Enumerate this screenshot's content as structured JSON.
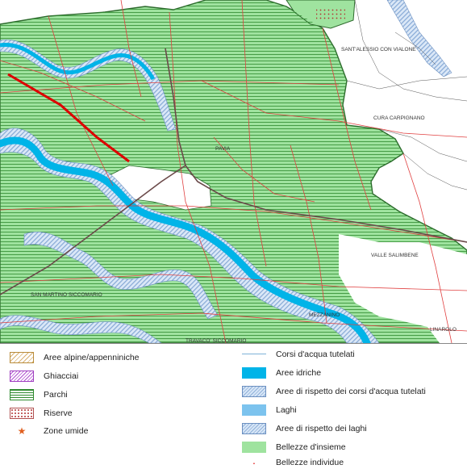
{
  "map": {
    "places": [
      {
        "id": "sant-alessio",
        "name": "SANT'ALESSIO CON VIALONE"
      },
      {
        "id": "cura-carpignano",
        "name": "CURA CARPIGNANO"
      },
      {
        "id": "pavia",
        "name": "PAVIA"
      },
      {
        "id": "valle-salimbene",
        "name": "VALLE SALIMBENE"
      },
      {
        "id": "san-martino",
        "name": "SAN MARTINO SICCOMARIO"
      },
      {
        "id": "mezzanino",
        "name": "MEZZANINO"
      },
      {
        "id": "linarolo",
        "name": "LINAROLO"
      },
      {
        "id": "travaco",
        "name": "TRAVACO' SICCOMARIO"
      }
    ],
    "colors": {
      "bellezze_insieme": "#9fe39f",
      "aree_idriche": "#00b4e8",
      "rispetto": "#d7e6f7",
      "parchi_hatch": "#2f8a2f",
      "roads": "#e04040",
      "boundary": "#2d6a2d"
    }
  },
  "legend": {
    "left": [
      {
        "id": "alpine",
        "label": "Aree alpine/appenniniche",
        "icon": "hatch-diagonal-tan"
      },
      {
        "id": "glac",
        "label": "Ghiacciai",
        "icon": "hatch-diagonal-purple"
      },
      {
        "id": "parchi",
        "label": "Parchi",
        "icon": "hatch-horizontal-green"
      },
      {
        "id": "riserve",
        "label": "Riserve",
        "icon": "dots-red"
      },
      {
        "id": "umide",
        "label": "Zone umide",
        "icon": "star-orange"
      }
    ],
    "right": [
      {
        "id": "corsi",
        "label": "Corsi d'acqua tutelati",
        "icon": "thin-blue-line"
      },
      {
        "id": "idriche",
        "label": "Aree idriche",
        "icon": "solid-cyan"
      },
      {
        "id": "risp-corsi",
        "label": "Aree di rispetto dei corsi d'acqua tutelati",
        "icon": "hatch-blue"
      },
      {
        "id": "laghi",
        "label": "Laghi",
        "icon": "solid-light-blue"
      },
      {
        "id": "risp-laghi",
        "label": "Aree di rispetto dei laghi",
        "icon": "hatch-blue"
      },
      {
        "id": "insieme",
        "label": "Bellezze d'insieme",
        "icon": "solid-light-green"
      },
      {
        "id": "indiv",
        "label": "Bellezze individue",
        "icon": "dot-red"
      }
    ],
    "star_glyph": "★",
    "dot_glyph": "·"
  }
}
